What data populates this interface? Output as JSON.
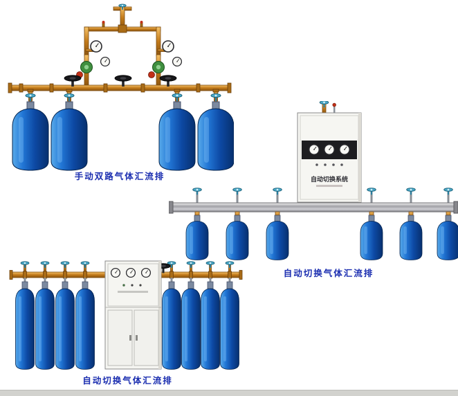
{
  "products": [
    {
      "id": "manual-dual-manifold",
      "caption": "手动双路气体汇流排",
      "cylinders": 4
    },
    {
      "id": "auto-switch-manifold-wall",
      "caption": "自动切换气体汇流排",
      "cabinet_title": "自动切换系统",
      "cylinders": 6
    },
    {
      "id": "auto-switch-manifold-floor",
      "caption": "自动切换气体汇流排",
      "cylinders": 8
    }
  ],
  "colors": {
    "caption_text": "#1b2eb0",
    "cylinder_blue": "#1565c8",
    "brass_pipe": "#c27a1a",
    "cabinet_body": "#f5f5f1",
    "rail_silver": "#a2a2a8",
    "background": "#ffffff"
  }
}
